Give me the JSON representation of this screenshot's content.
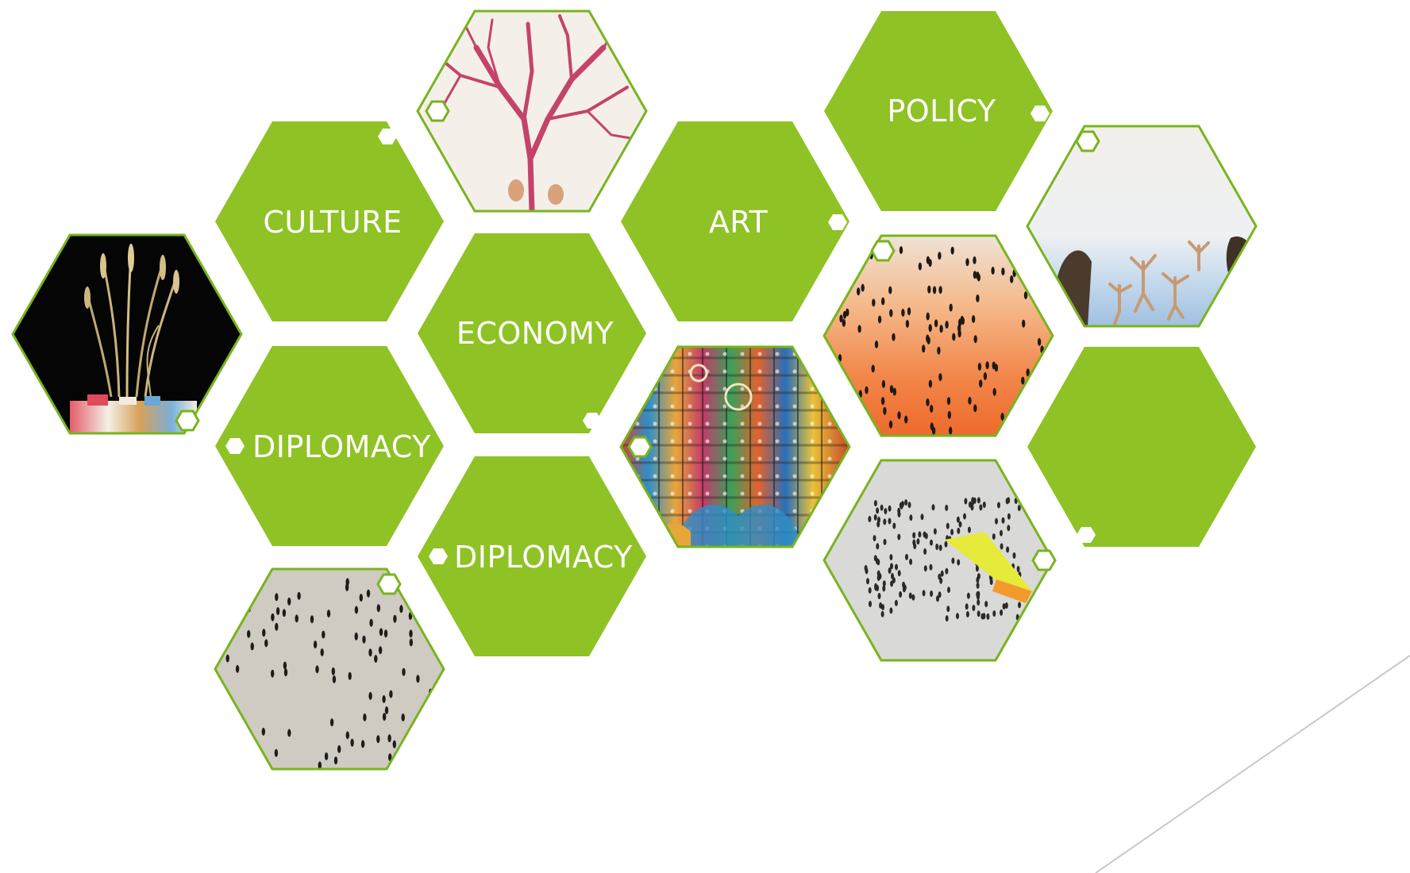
{
  "colors": {
    "tile_green": "#8FC225",
    "tile_border": "#78B41E",
    "badge_white": "#ffffff",
    "background": "#ffffff",
    "corner_line": "#c9c9c9"
  },
  "tiles": {
    "culture": {
      "label": "CULTURE"
    },
    "policy": {
      "label": "POLICY"
    },
    "art": {
      "label": "ART"
    },
    "economy": {
      "label": "ECONOMY"
    },
    "diplomacy_1": {
      "label": "DIPLOMACY"
    },
    "diplomacy_2": {
      "label": "DIPLOMACY"
    },
    "blank": {
      "label": ""
    }
  },
  "images": {
    "wheat": {
      "icon": "wheat-stalks-on-black-image"
    },
    "tree": {
      "icon": "pink-tree-drawing-image"
    },
    "dancers": {
      "icon": "dancers-on-water-image"
    },
    "crowd_orange": {
      "icon": "crowd-on-orange-ground-image"
    },
    "totems": {
      "icon": "colorful-totem-poles-image"
    },
    "crowd_grey": {
      "icon": "crowd-on-grey-ground-image"
    },
    "crowd_bottom": {
      "icon": "people-on-sand-image"
    }
  }
}
